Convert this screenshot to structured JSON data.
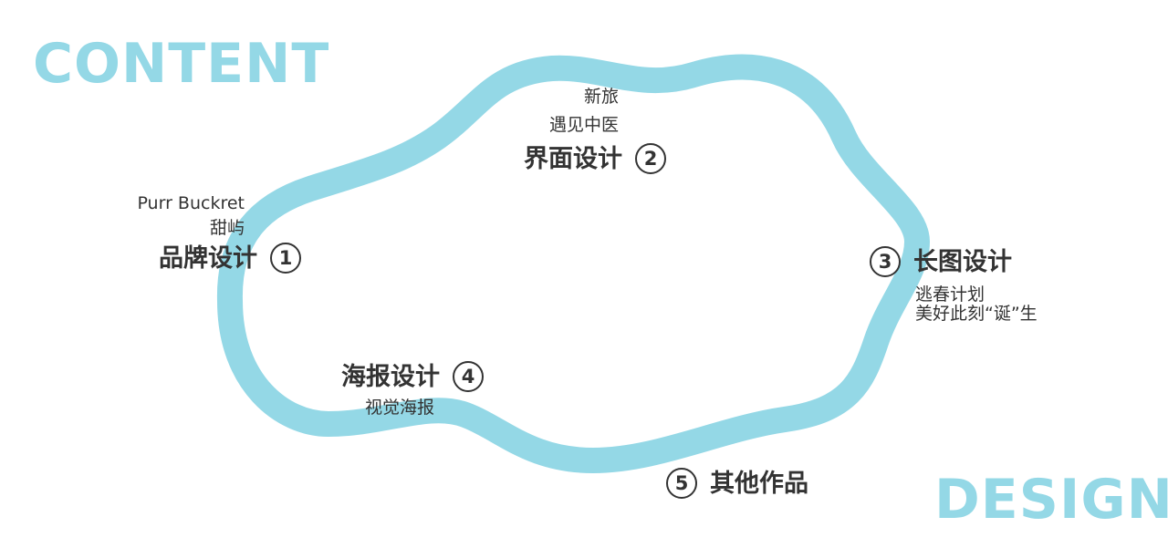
{
  "accent_color": "#94d8e6",
  "text_color": "#333333",
  "decor": {
    "top_left": "CONTENT",
    "bottom_right": "DESIGN"
  },
  "categories": [
    {
      "number": "1",
      "title": "品牌设计",
      "items": [
        "Purr Buckret",
        "甜屿"
      ]
    },
    {
      "number": "2",
      "title": "界面设计",
      "items": [
        "新旅",
        "遇见中医"
      ]
    },
    {
      "number": "3",
      "title": "长图设计",
      "items": [
        "逃春计划",
        "美好此刻“诞”生"
      ]
    },
    {
      "number": "4",
      "title": "海报设计",
      "items": [
        "视觉海报"
      ]
    },
    {
      "number": "5",
      "title": "其他作品",
      "items": []
    }
  ]
}
